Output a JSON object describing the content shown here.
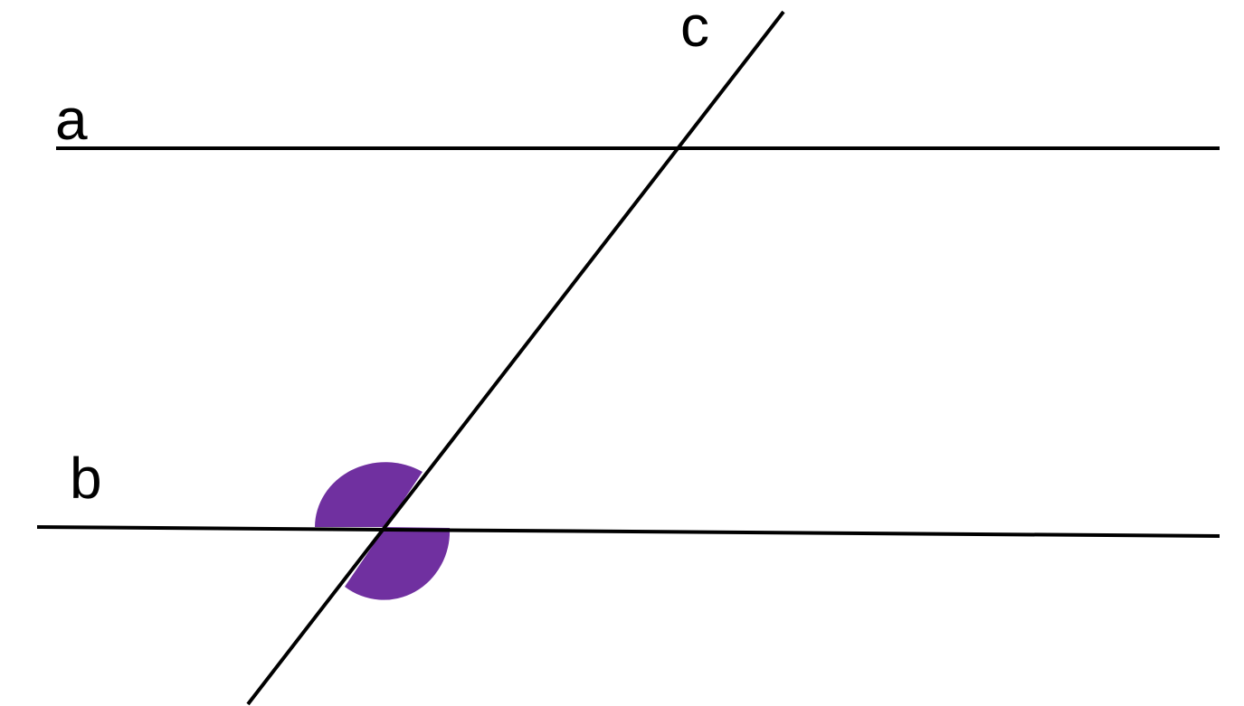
{
  "diagram": {
    "labels": {
      "line_a": "a",
      "line_b": "b",
      "line_c": "c"
    },
    "colors": {
      "line": "#000000",
      "angle_fill": "#7030A0",
      "label": "#000000",
      "background": "#ffffff"
    }
  }
}
